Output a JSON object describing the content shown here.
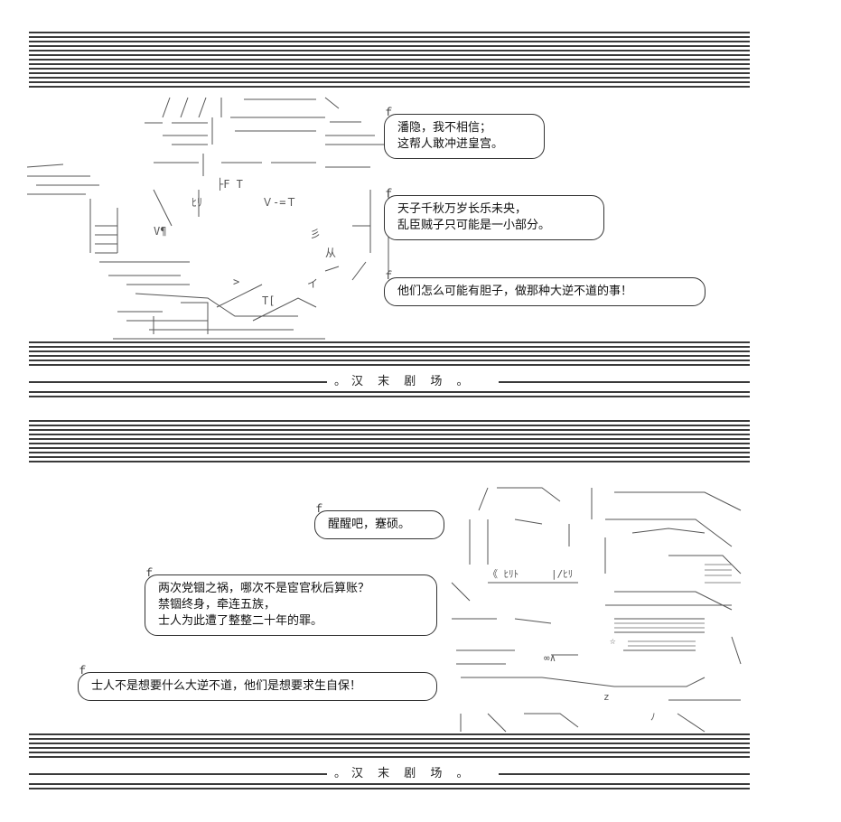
{
  "panels": [
    {
      "banner": "。汉 末 剧 场 。",
      "bubbles": [
        {
          "lines": [
            "潘隐，我不相信；",
            "这帮人敢冲进皇宫。"
          ]
        },
        {
          "lines": [
            "天子千秋万岁长乐未央，",
            "乱臣贼子只可能是一小部分。"
          ]
        },
        {
          "lines": [
            "他们怎么可能有胆子，做那种大逆不道的事！"
          ]
        }
      ],
      "art_glyphs": [
        "Ｖ-=Ｔ",
        "ﾋﾘ",
        "├F T",
        "彡",
        "从",
        "V¶",
        "T[",
        ">",
        "イ"
      ]
    },
    {
      "banner": "。汉 末 剧 场 。",
      "bubbles": [
        {
          "lines": [
            "醒醒吧，蹇硕。"
          ]
        },
        {
          "lines": [
            "两次党锢之祸，哪次不是宦官秋后算账？",
            "禁锢终身，牵连五族，",
            "士人为此遭了整整二十年的罪。"
          ]
        },
        {
          "lines": [
            "士人不是想要什么大逆不道，他们是想要求生自保！"
          ]
        }
      ],
      "art_glyphs": [
        "《 ﾋﾘﾄ",
        "|/ﾋﾘ",
        "∞∧",
        "☆",
        "z",
        "ﾉ"
      ]
    }
  ]
}
